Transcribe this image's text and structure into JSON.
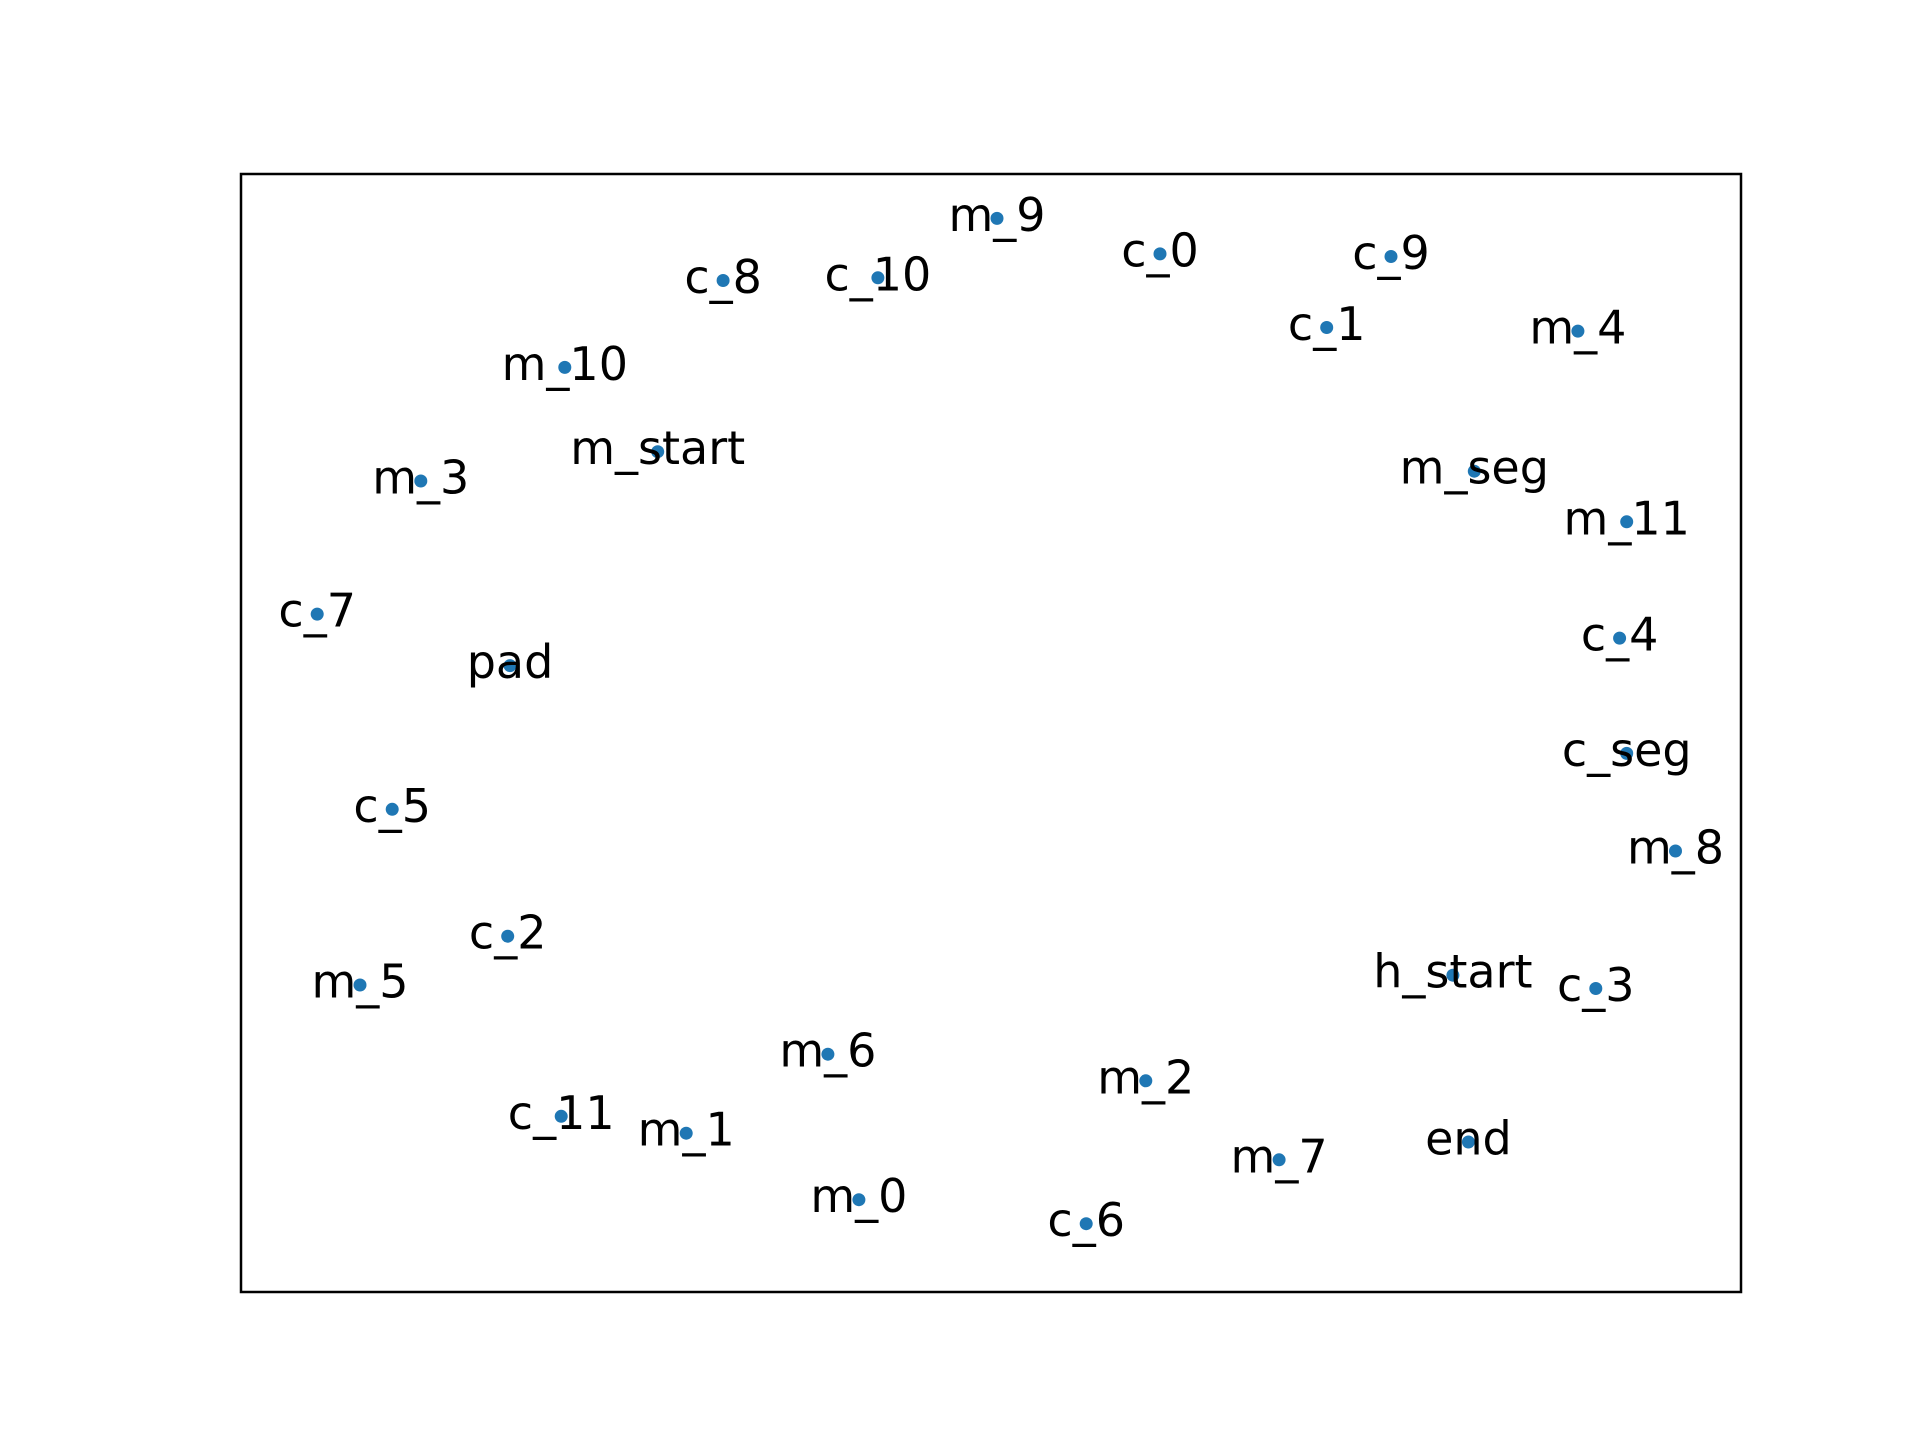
{
  "chart_data": {
    "type": "scatter",
    "title": "",
    "xlabel": "",
    "ylabel": "",
    "xlim": [
      -0.63,
      0.63
    ],
    "ylim": [
      -0.63,
      0.63
    ],
    "grid": false,
    "marker_color": "#1f77b4",
    "points": [
      {
        "label": "m_9",
        "x": 0.005,
        "y": 0.58
      },
      {
        "label": "c_0",
        "x": 0.142,
        "y": 0.54
      },
      {
        "label": "c_9",
        "x": 0.336,
        "y": 0.537
      },
      {
        "label": "c_8",
        "x": -0.225,
        "y": 0.51
      },
      {
        "label": "c_10",
        "x": -0.095,
        "y": 0.513
      },
      {
        "label": "c_1",
        "x": 0.282,
        "y": 0.457
      },
      {
        "label": "m_4",
        "x": 0.493,
        "y": 0.453
      },
      {
        "label": "m_10",
        "x": -0.358,
        "y": 0.412
      },
      {
        "label": "m_start",
        "x": -0.28,
        "y": 0.317
      },
      {
        "label": "m_seg",
        "x": 0.406,
        "y": 0.295
      },
      {
        "label": "m_3",
        "x": -0.479,
        "y": 0.284
      },
      {
        "label": "m_11",
        "x": 0.534,
        "y": 0.238
      },
      {
        "label": "c_7",
        "x": -0.566,
        "y": 0.134
      },
      {
        "label": "c_4",
        "x": 0.528,
        "y": 0.107
      },
      {
        "label": "pad",
        "x": -0.404,
        "y": 0.076
      },
      {
        "label": "c_seg",
        "x": 0.534,
        "y": -0.023
      },
      {
        "label": "c_5",
        "x": -0.503,
        "y": -0.086
      },
      {
        "label": "m_8",
        "x": 0.575,
        "y": -0.133
      },
      {
        "label": "c_2",
        "x": -0.406,
        "y": -0.229
      },
      {
        "label": "h_start",
        "x": 0.388,
        "y": -0.273
      },
      {
        "label": "m_5",
        "x": -0.53,
        "y": -0.284
      },
      {
        "label": "c_3",
        "x": 0.508,
        "y": -0.288
      },
      {
        "label": "m_6",
        "x": -0.137,
        "y": -0.362
      },
      {
        "label": "m_2",
        "x": 0.13,
        "y": -0.392
      },
      {
        "label": "c_11",
        "x": -0.361,
        "y": -0.432
      },
      {
        "label": "m_1",
        "x": -0.256,
        "y": -0.451
      },
      {
        "label": "end",
        "x": 0.401,
        "y": -0.461
      },
      {
        "label": "m_7",
        "x": 0.242,
        "y": -0.481
      },
      {
        "label": "m_0",
        "x": -0.111,
        "y": -0.526
      },
      {
        "label": "c_6",
        "x": 0.08,
        "y": -0.553
      }
    ]
  }
}
